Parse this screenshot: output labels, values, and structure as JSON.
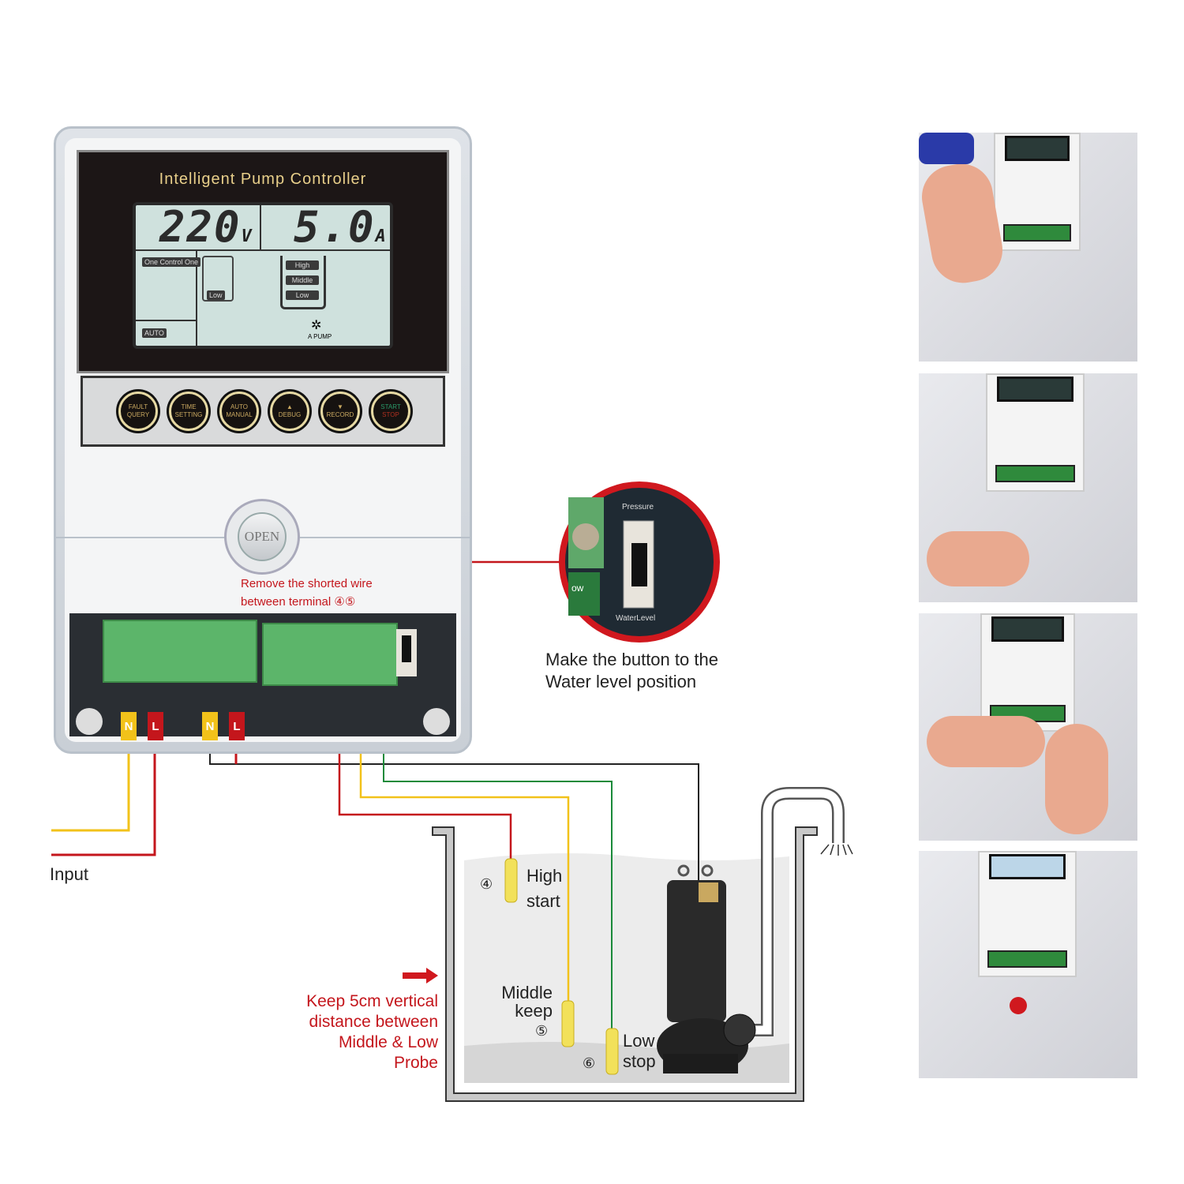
{
  "controller": {
    "title": "Intelligent Pump Controller",
    "voltage": "220",
    "voltage_unit": "V",
    "current": "5.0",
    "current_unit": "A",
    "lcd_tags": {
      "mode": "One Control One",
      "auto": "AUTO",
      "tank_low": "Low",
      "levels": [
        "High",
        "Middle",
        "Low"
      ],
      "pump": "A PUMP"
    },
    "buttons": [
      {
        "line1": "FAULT",
        "line2": "QUERY"
      },
      {
        "line1": "TIME",
        "line2": "SETTING"
      },
      {
        "line1": "AUTO",
        "line2": "MANUAL"
      },
      {
        "line1": "▲",
        "line2": "DEBUG"
      },
      {
        "line1": "▼",
        "line2": "RECORD"
      },
      {
        "line1": "START",
        "line2": "STOP"
      }
    ],
    "open_label": "OPEN"
  },
  "notes": {
    "remove_wire_line1": "Remove the shorted wire",
    "remove_wire_line2": "between terminal ④⑤",
    "switch_line1": "Make the button to the",
    "switch_line2": "Water level position",
    "inset_top": "Pressure",
    "inset_bottom": "WaterLevel",
    "inset_side": "ow",
    "keep_line1": "Keep 5cm vertical",
    "keep_line2": "distance between",
    "keep_line3": "Middle & Low",
    "keep_line4": "Probe",
    "input": "Input"
  },
  "plugs": [
    "N",
    "L",
    "N",
    "L"
  ],
  "probes": [
    {
      "num": "④",
      "line1": "High",
      "line2": "start"
    },
    {
      "num": "⑤",
      "line1": "Middle",
      "line2": "keep"
    },
    {
      "num": "⑥",
      "line1": "Low",
      "line2": "stop"
    }
  ],
  "colors": {
    "red": "#c4161c",
    "yellow": "#f2c21a",
    "green": "#1a8a3a",
    "black": "#222222"
  }
}
